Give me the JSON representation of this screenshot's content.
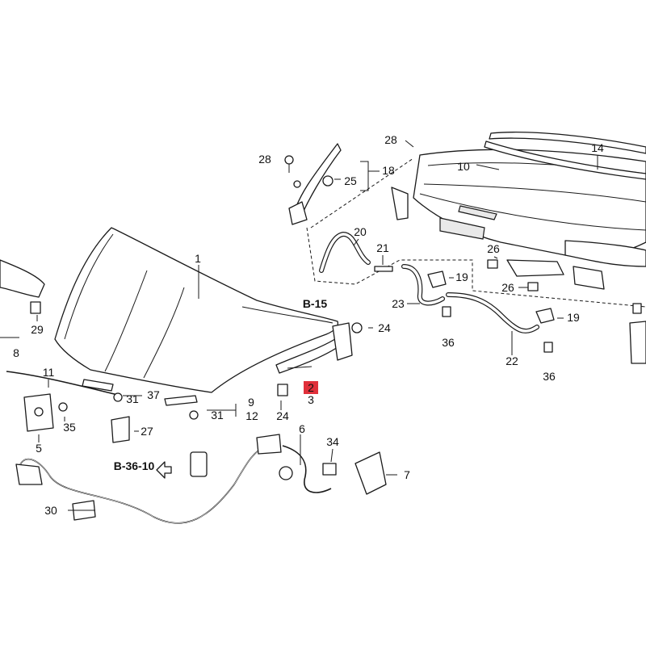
{
  "diagram": {
    "ref_b15": "B-15",
    "ref_b3610": "B-36-10",
    "highlight_color": "#e0303a",
    "labels": {
      "p1": "1",
      "p2": "2",
      "p3": "3",
      "p5": "5",
      "p6": "6",
      "p7": "7",
      "p8": "8",
      "p9": "9",
      "p10": "10",
      "p11": "11",
      "p12": "12",
      "p14": "14",
      "p18": "18",
      "p19a": "19",
      "p19b": "19",
      "p20": "20",
      "p21": "21",
      "p22": "22",
      "p23": "23",
      "p24a": "24",
      "p24b": "24",
      "p25": "25",
      "p26a": "26",
      "p26b": "26",
      "p27": "27",
      "p28a": "28",
      "p28b": "28",
      "p29": "29",
      "p30": "30",
      "p31a": "31",
      "p31b": "31",
      "p34": "34",
      "p35": "35",
      "p36a": "36",
      "p36b": "36",
      "p37": "37"
    }
  }
}
